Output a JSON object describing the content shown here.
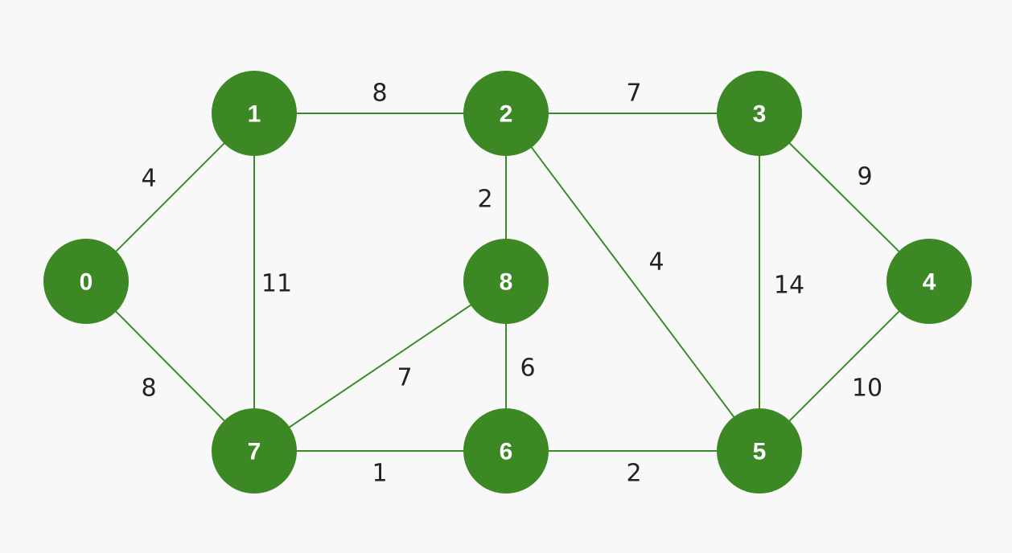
{
  "graph": {
    "colors": {
      "node_fill": "#3c8824",
      "edge_stroke": "#3c8b29",
      "node_text": "#ffffff",
      "weight_text": "#222222",
      "background": "#f8f8f8"
    },
    "nodes": [
      {
        "id": "0",
        "label": "0"
      },
      {
        "id": "1",
        "label": "1"
      },
      {
        "id": "2",
        "label": "2"
      },
      {
        "id": "3",
        "label": "3"
      },
      {
        "id": "4",
        "label": "4"
      },
      {
        "id": "5",
        "label": "5"
      },
      {
        "id": "6",
        "label": "6"
      },
      {
        "id": "7",
        "label": "7"
      },
      {
        "id": "8",
        "label": "8"
      }
    ],
    "edges": [
      {
        "from": "0",
        "to": "1",
        "weight": "4"
      },
      {
        "from": "0",
        "to": "7",
        "weight": "8"
      },
      {
        "from": "1",
        "to": "2",
        "weight": "8"
      },
      {
        "from": "1",
        "to": "7",
        "weight": "11"
      },
      {
        "from": "2",
        "to": "3",
        "weight": "7"
      },
      {
        "from": "2",
        "to": "8",
        "weight": "2"
      },
      {
        "from": "2",
        "to": "5",
        "weight": "4"
      },
      {
        "from": "3",
        "to": "4",
        "weight": "9"
      },
      {
        "from": "3",
        "to": "5",
        "weight": "14"
      },
      {
        "from": "4",
        "to": "5",
        "weight": "10"
      },
      {
        "from": "5",
        "to": "6",
        "weight": "2"
      },
      {
        "from": "6",
        "to": "7",
        "weight": "1"
      },
      {
        "from": "6",
        "to": "8",
        "weight": "6"
      },
      {
        "from": "7",
        "to": "8",
        "weight": "7"
      }
    ]
  }
}
